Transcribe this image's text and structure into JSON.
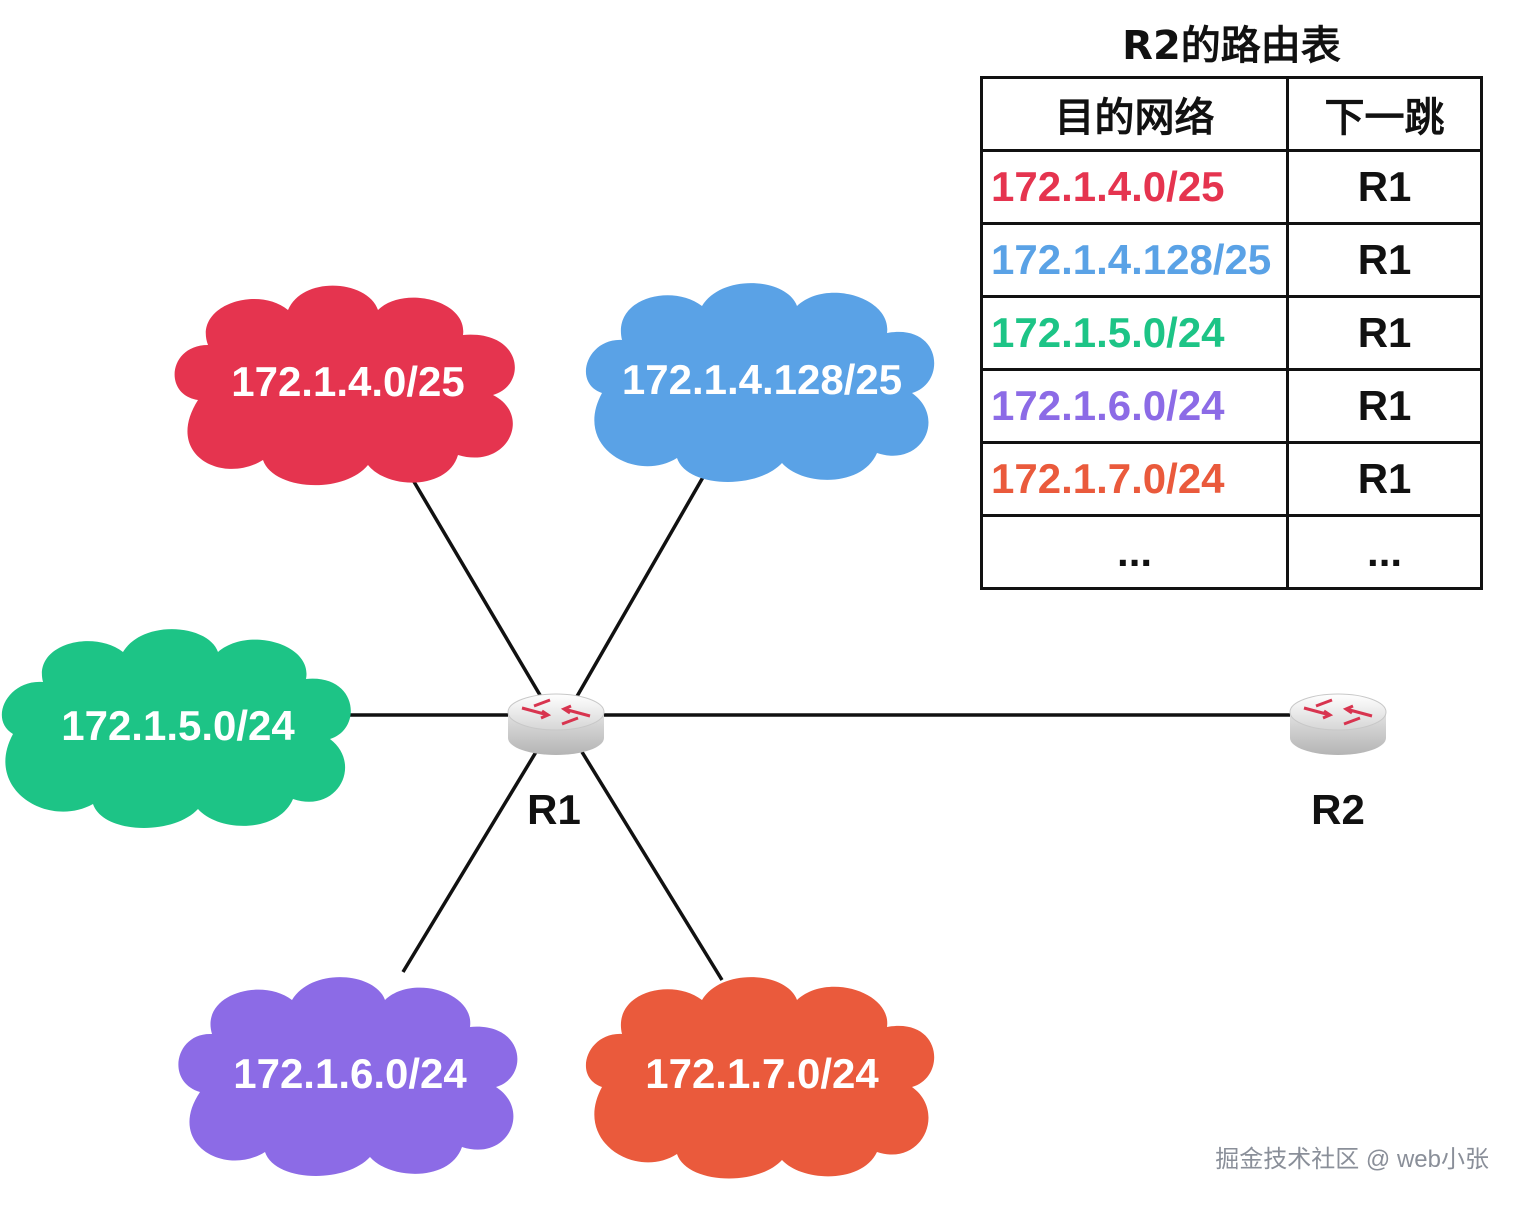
{
  "diagram": {
    "router_r1": {
      "label": "R1"
    },
    "router_r2": {
      "label": "R2"
    },
    "networks": [
      {
        "id": "net-172-1-4-0",
        "label": "172.1.4.0/25",
        "color": "#e5344f"
      },
      {
        "id": "net-172-1-4-128",
        "label": "172.1.4.128/25",
        "color": "#5aa2e6"
      },
      {
        "id": "net-172-1-5-0",
        "label": "172.1.5.0/24",
        "color": "#1dc486"
      },
      {
        "id": "net-172-1-6-0",
        "label": "172.1.6.0/24",
        "color": "#8c6be6"
      },
      {
        "id": "net-172-1-7-0",
        "label": "172.1.7.0/24",
        "color": "#ea5a3c"
      }
    ]
  },
  "route_table": {
    "title": "R2的路由表",
    "headers": {
      "destination": "目的网络",
      "next_hop": "下一跳"
    },
    "rows": [
      {
        "destination": "172.1.4.0/25",
        "next_hop": "R1",
        "color": "#e5344f"
      },
      {
        "destination": "172.1.4.128/25",
        "next_hop": "R1",
        "color": "#5aa2e6"
      },
      {
        "destination": "172.1.5.0/24",
        "next_hop": "R1",
        "color": "#1dc486"
      },
      {
        "destination": "172.1.6.0/24",
        "next_hop": "R1",
        "color": "#8c6be6"
      },
      {
        "destination": "172.1.7.0/24",
        "next_hop": "R1",
        "color": "#ea5a3c"
      },
      {
        "destination": "...",
        "next_hop": "..."
      }
    ]
  },
  "watermark": "掘金技术社区 @ web小张"
}
